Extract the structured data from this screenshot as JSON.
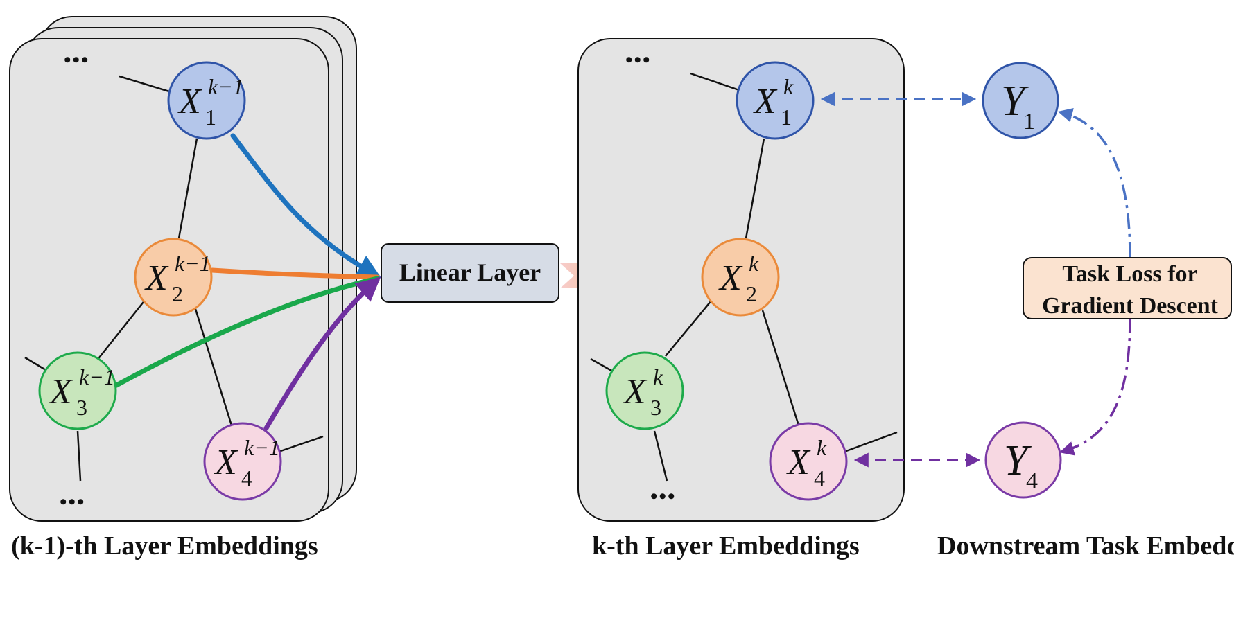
{
  "colors": {
    "panel_fill": "#e4e4e4",
    "panel_stroke": "#111111",
    "edge": "#111111",
    "blue_fill": "#b4c6ea",
    "blue_stroke": "#2f54a8",
    "orange_fill": "#f8cca8",
    "orange_stroke": "#ea8a3a",
    "green_fill": "#c8e6bc",
    "green_stroke": "#1eaa4b",
    "pink_fill": "#f7d8e2",
    "pink_stroke": "#7a3aa6",
    "arrow_blue": "#1e73be",
    "arrow_orange": "#ee7d31",
    "arrow_green": "#1aa84b",
    "arrow_purple": "#7030a0",
    "linear_fill": "#d6dce6",
    "loss_fill": "#fbe3d0",
    "dashed_blue": "#4a72c4",
    "dashed_purple": "#7030a0",
    "fat_arrow_start": "#f6c6c6",
    "fat_arrow_end": "#f2b72e"
  },
  "left_panel": {
    "nodes": [
      {
        "id": "x1",
        "letter": "X",
        "sub": "1",
        "sup": "k−1",
        "color": "blue"
      },
      {
        "id": "x2",
        "letter": "X",
        "sub": "2",
        "sup": "k−1",
        "color": "orange"
      },
      {
        "id": "x3",
        "letter": "X",
        "sub": "3",
        "sup": "k−1",
        "color": "green"
      },
      {
        "id": "x4",
        "letter": "X",
        "sub": "4",
        "sup": "k−1",
        "color": "pink"
      }
    ],
    "caption": "(k-1)-th Layer Embeddings",
    "ellipsis": "•••"
  },
  "linear_layer": {
    "label": "Linear Layer"
  },
  "right_panel": {
    "nodes": [
      {
        "id": "x1",
        "letter": "X",
        "sub": "1",
        "sup": "k",
        "color": "blue"
      },
      {
        "id": "x2",
        "letter": "X",
        "sub": "2",
        "sup": "k",
        "color": "orange"
      },
      {
        "id": "x3",
        "letter": "X",
        "sub": "3",
        "sup": "k",
        "color": "green"
      },
      {
        "id": "x4",
        "letter": "X",
        "sub": "4",
        "sup": "k",
        "color": "pink"
      }
    ],
    "caption": "k-th Layer Embeddings",
    "ellipsis": "•••"
  },
  "downstream": {
    "nodes": [
      {
        "id": "y1",
        "letter": "Y",
        "sub": "1",
        "color": "blue"
      },
      {
        "id": "y4",
        "letter": "Y",
        "sub": "4",
        "color": "pink"
      }
    ],
    "caption": "Downstream Task Embeddings",
    "loss_box": {
      "line1": "Task Loss for",
      "line2": "Gradient Descent"
    }
  }
}
